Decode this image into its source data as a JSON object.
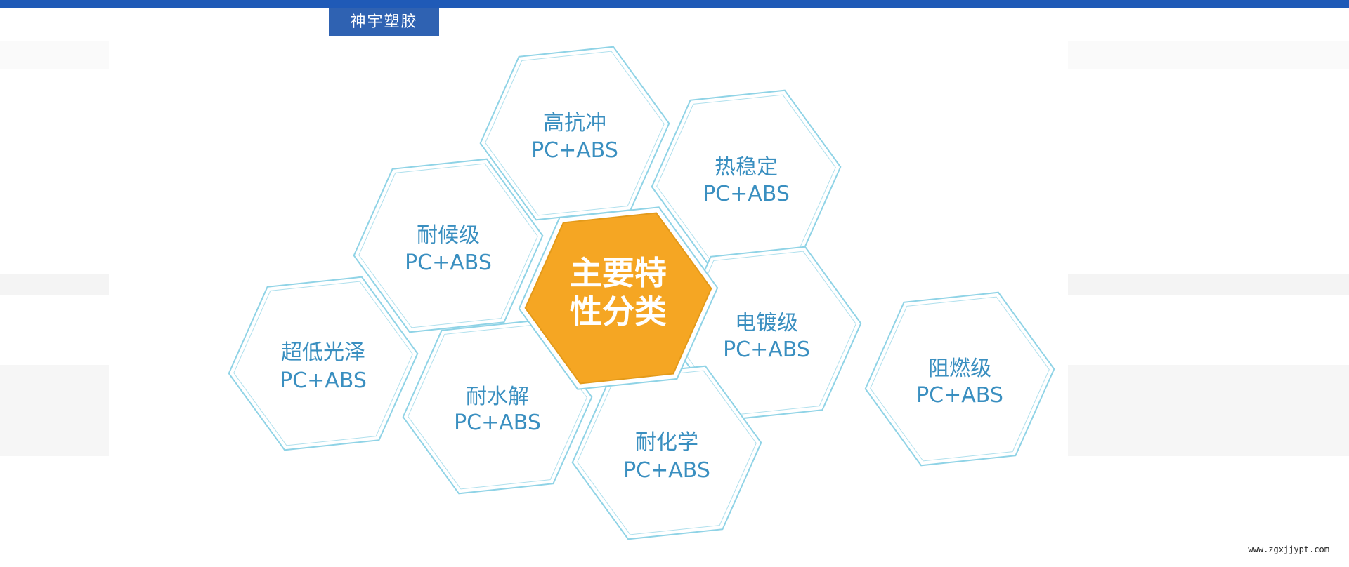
{
  "header": {
    "brand": "神宇塑胶"
  },
  "diagram": {
    "center": {
      "line1": "主要特",
      "line2": "性分类",
      "color": "#f5a623"
    },
    "items": [
      {
        "title": "高抗冲",
        "subtitle": "PC+ABS"
      },
      {
        "title": "热稳定",
        "subtitle": "PC+ABS"
      },
      {
        "title": "耐候级",
        "subtitle": "PC+ABS"
      },
      {
        "title": "电镀级",
        "subtitle": "PC+ABS"
      },
      {
        "title": "超低光泽",
        "subtitle": "PC+ABS"
      },
      {
        "title": "耐水解",
        "subtitle": "PC+ABS"
      },
      {
        "title": "耐化学",
        "subtitle": "PC+ABS"
      },
      {
        "title": "阻燃级",
        "subtitle": "PC+ABS"
      }
    ],
    "outline_color": "#8fd3e6",
    "text_color": "#3a8fc0"
  },
  "footer": {
    "watermark": "www.zgxjjypt.com"
  }
}
